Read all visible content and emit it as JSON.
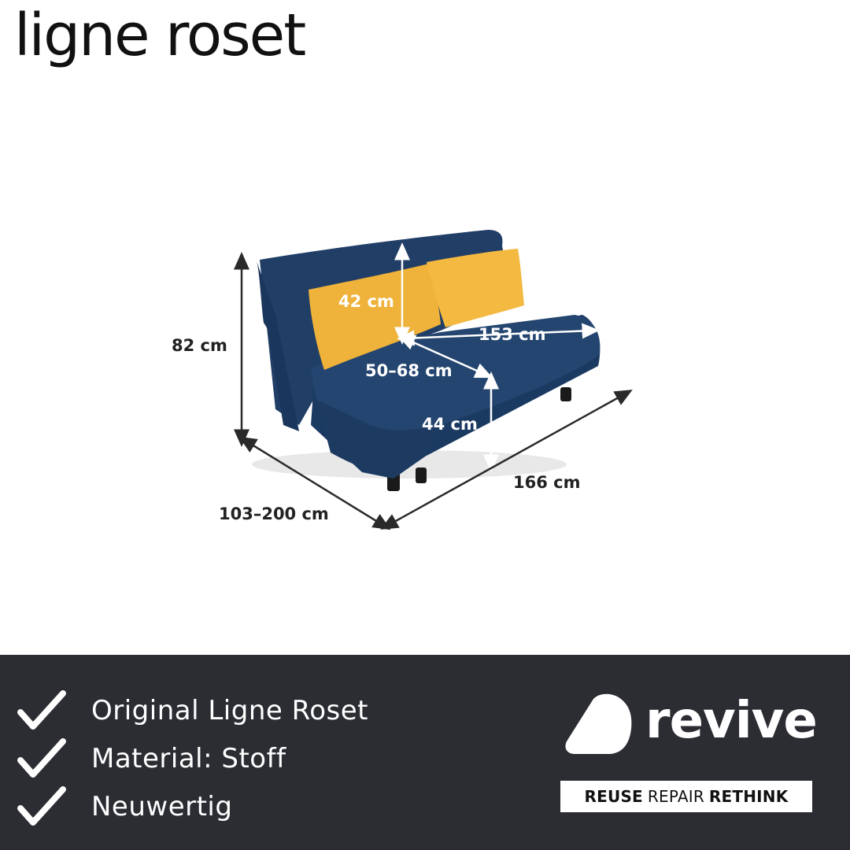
{
  "brand": {
    "logo_text": "ligne roset"
  },
  "dimensions": {
    "height_total": "82 cm",
    "cushion_height": "42 cm",
    "seat_width": "153 cm",
    "seat_depth": "50–68 cm",
    "seat_height": "44 cm",
    "width_total": "166 cm",
    "depth_total": "103–200 cm"
  },
  "colors": {
    "footer_bg": "#2b2d33",
    "sofa_blue": "#1f3d66",
    "cushion_yellow": "#f0b43a",
    "arrow": "#2a2a2a",
    "white": "#ffffff"
  },
  "features": [
    {
      "icon": "checkmark-icon",
      "label": "Original Ligne Roset"
    },
    {
      "icon": "checkmark-icon",
      "label": "Material: Stoff"
    },
    {
      "icon": "checkmark-icon",
      "label": "Neuwertig"
    }
  ],
  "revive": {
    "word": "revive",
    "tagline_reuse": "REUSE",
    "tagline_repair": "REPAIR",
    "tagline_rethink": "RETHINK"
  }
}
